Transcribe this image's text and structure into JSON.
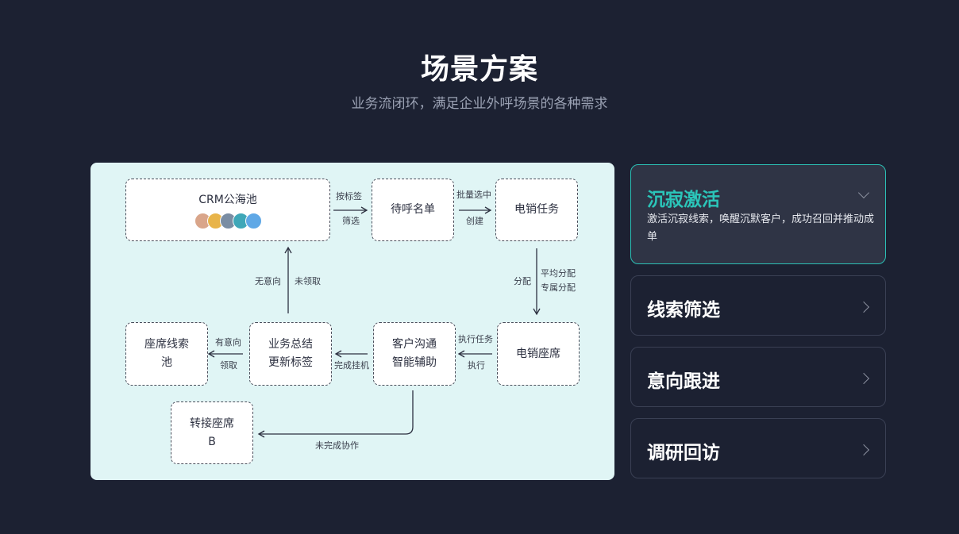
{
  "header": {
    "title": "场景方案",
    "subtitle": "业务流闭环，满足企业外呼场景的各种需求"
  },
  "diagram": {
    "nodes": {
      "crm_pool": "CRM公海池",
      "call_list": "待呼名单",
      "telesales_task": "电销任务",
      "telesales_seat": "电销座席",
      "customer_comm_line1": "客户沟通",
      "customer_comm_line2": "智能辅助",
      "summary_line1": "业务总结",
      "summary_line2": "更新标签",
      "seat_lead_pool_line1": "座席线索",
      "seat_lead_pool_line2": "池",
      "transfer_seat_line1": "转接座席",
      "transfer_seat_line2": "B"
    },
    "labels": {
      "by_tag": "按标签",
      "filter": "筛选",
      "batch_select": "批量选中",
      "create": "创建",
      "assign": "分配",
      "avg_assign": "平均分配",
      "dedicated_assign": "专属分配",
      "exec_task": "执行任务",
      "execute": "执行",
      "finish_hangup": "完成挂机",
      "intent": "有意向",
      "claim": "领取",
      "no_intent": "无意向",
      "unclaimed": "未领取",
      "unfinished_collab": "未完成协作"
    },
    "avatar_colors": [
      "#d9a58a",
      "#e8b44a",
      "#7a8da3",
      "#3fa7b8",
      "#5fa8e6"
    ]
  },
  "cards": [
    {
      "title": "沉寂激活",
      "desc": "激活沉寂线索，唤醒沉默客户，成功召回并推动成单",
      "expanded": true,
      "icon": "chevron-down-icon"
    },
    {
      "title": "线索筛选",
      "icon": "chevron-right-icon"
    },
    {
      "title": "意向跟进",
      "icon": "chevron-right-icon"
    },
    {
      "title": "调研回访",
      "icon": "chevron-right-icon"
    }
  ],
  "colors": {
    "background": "#1c2132",
    "accent": "#2bc5b9",
    "panel": "#e0f5f5"
  }
}
